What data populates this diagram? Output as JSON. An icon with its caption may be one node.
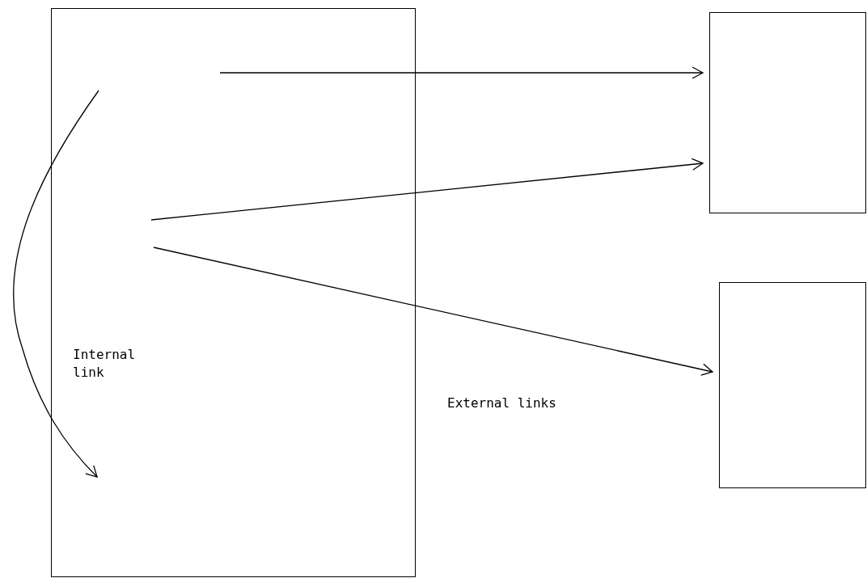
{
  "diagram": {
    "nodes": [
      {
        "text": [],
        "shape": "box"
      },
      {
        "text": [],
        "shape": "box"
      },
      {
        "text": [],
        "shape": "box"
      }
    ],
    "edges": [
      {
        "from": 0,
        "to": 0,
        "arrow": "to"
      },
      {
        "from": 0,
        "to": 1,
        "arrow": "to"
      },
      {
        "from": 0,
        "to": 1,
        "arrow": "to"
      },
      {
        "from": 0,
        "to": 2,
        "arrow": "to"
      }
    ],
    "labels": [
      "Internal link",
      "External links"
    ]
  }
}
